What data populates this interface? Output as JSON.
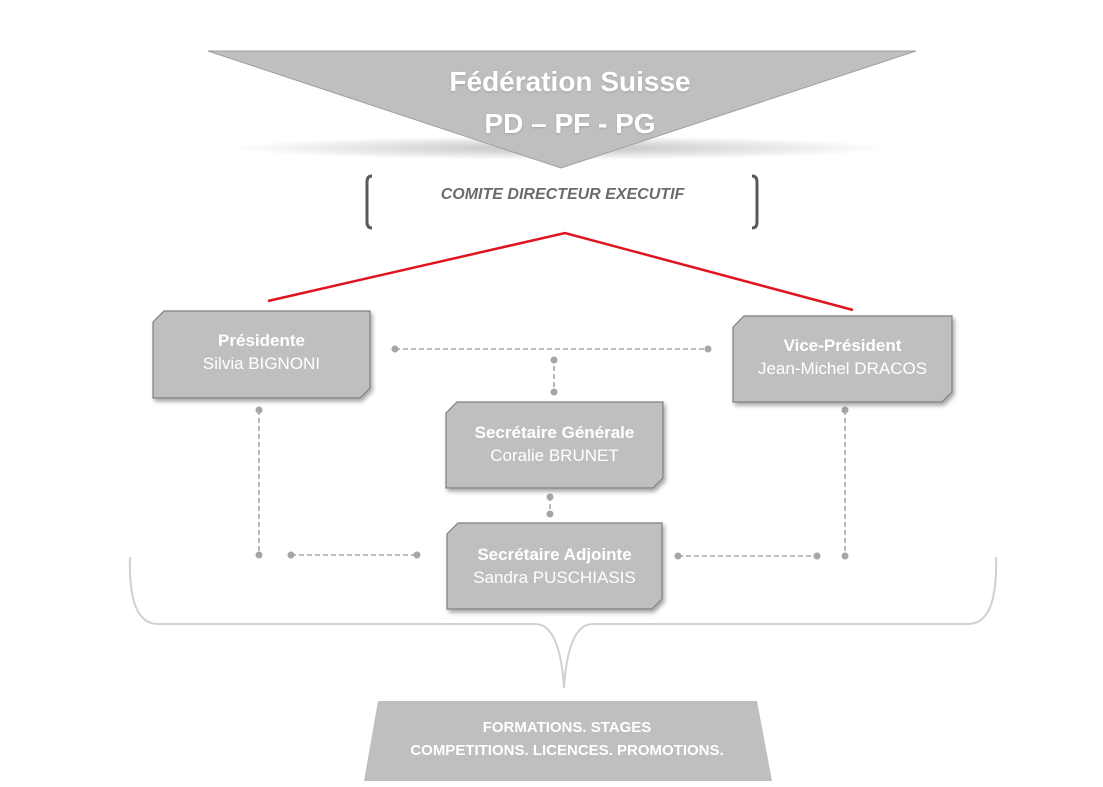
{
  "header": {
    "title_line1": "Fédération Suisse",
    "title_line2": "PD – PF - PG",
    "committee": "COMITE DIRECTEUR EXECUTIF"
  },
  "nodes": {
    "president": {
      "role": "Présidente",
      "name": "Silvia BIGNONI"
    },
    "vice_president": {
      "role": "Vice-Président",
      "name": "Jean-Michel DRACOS"
    },
    "secretary_general": {
      "role": "Secrétaire Générale",
      "name": "Coralie BRUNET"
    },
    "secretary_deputy": {
      "role": "Secrétaire Adjointe",
      "name": "Sandra PUSCHIASIS"
    }
  },
  "footer": {
    "line1": "FORMATIONS. STAGES",
    "line2": "COMPETITIONS. LICENCES. PROMOTIONS."
  },
  "colors": {
    "box_fill": "#bfbfbf",
    "box_border": "#7f7f7f",
    "accent_line": "#e0141e",
    "dotted_line": "#a6a6a6",
    "brace": "#d0d0d0"
  }
}
